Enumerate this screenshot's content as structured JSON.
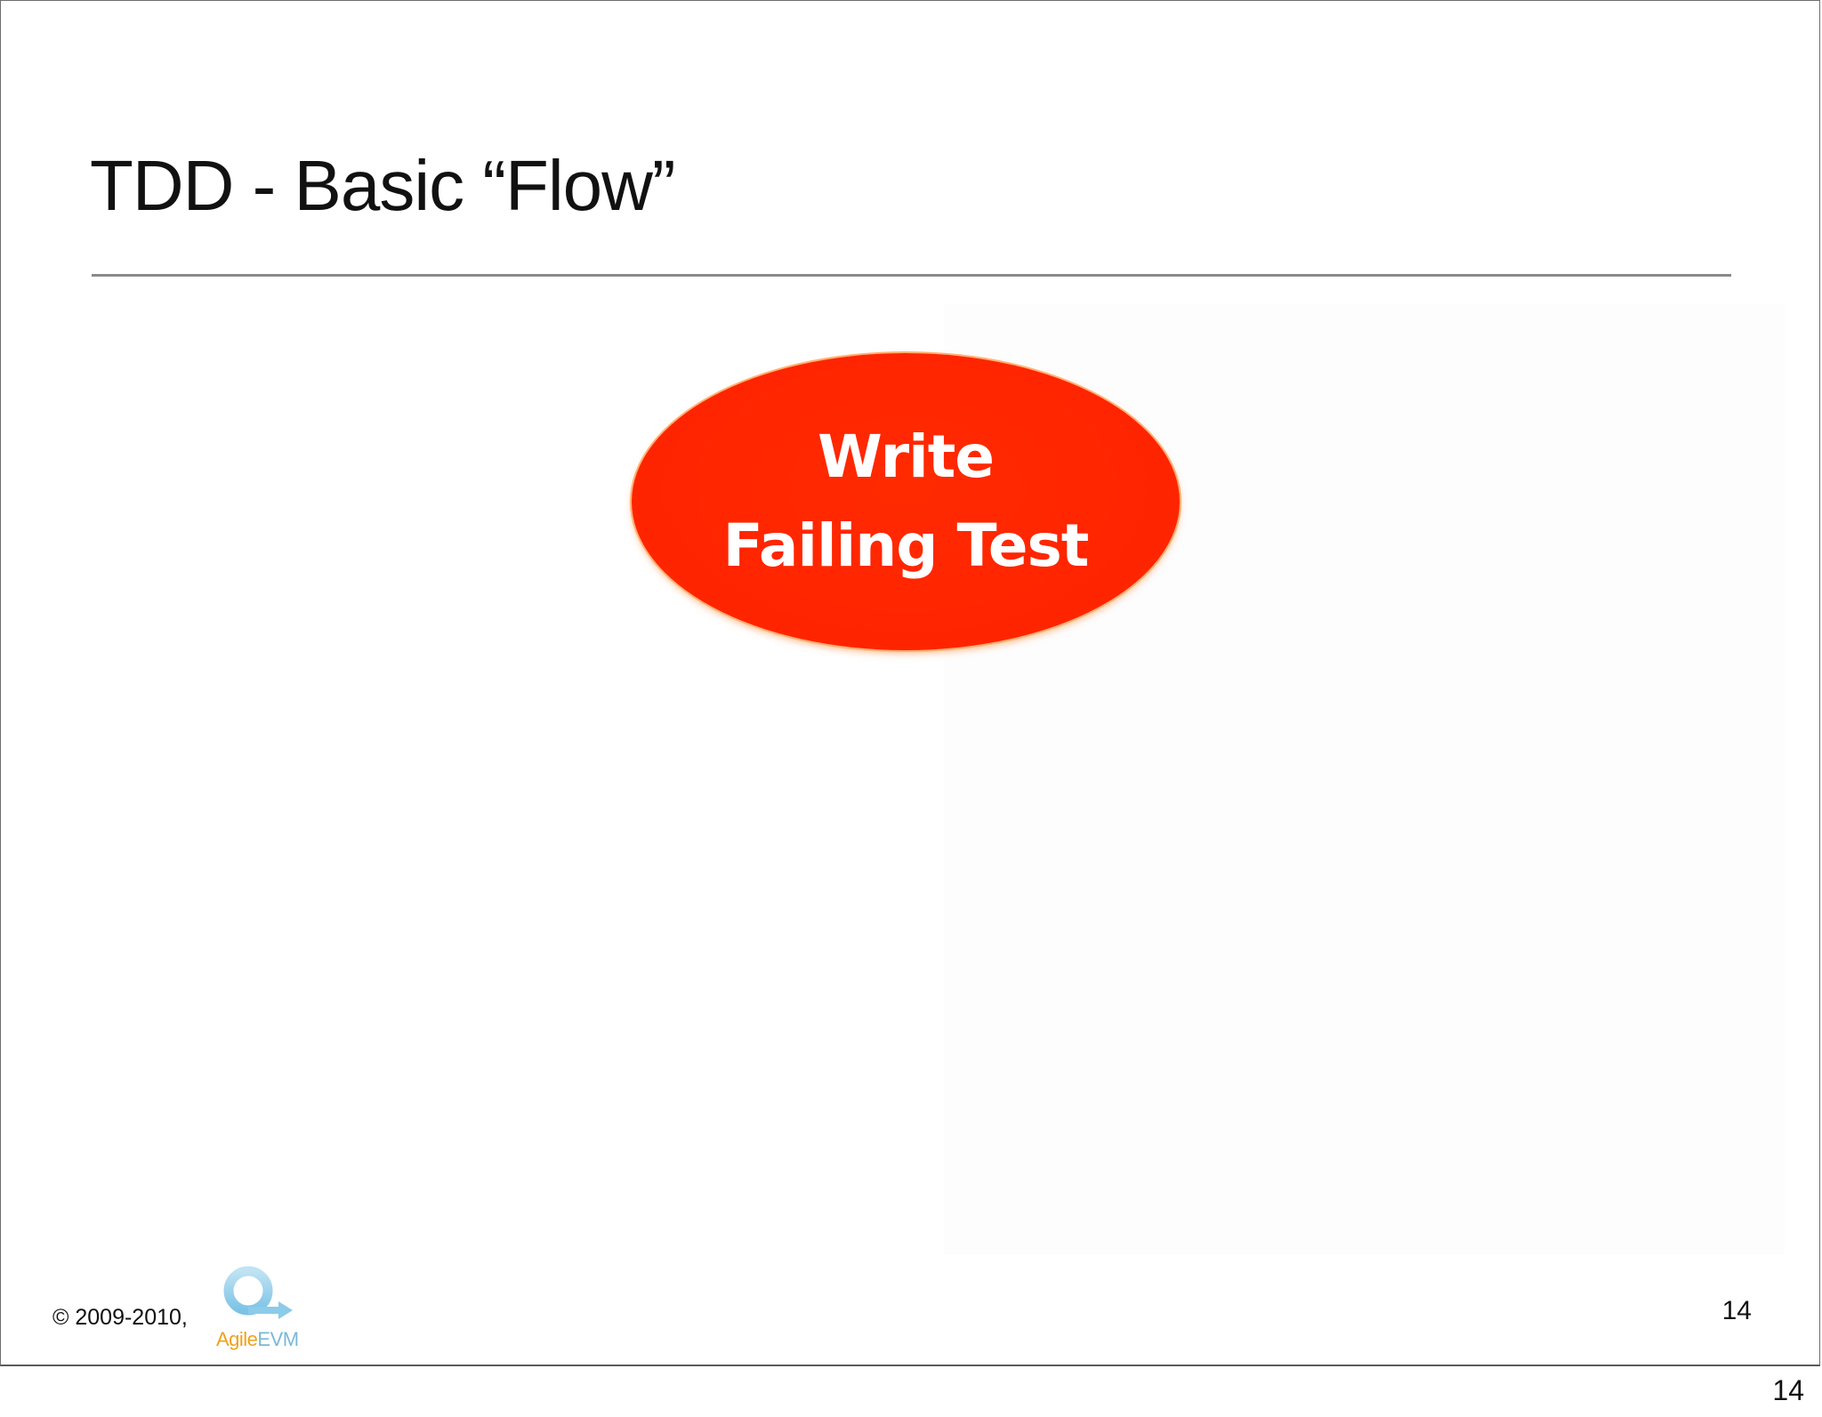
{
  "slide": {
    "title": "TDD - Basic “Flow”",
    "ellipse": {
      "line1": "Write",
      "line2": "Failing Test",
      "fill_color": "#ff2400"
    },
    "footer": {
      "copyright": "© 2009-2010,",
      "logo": {
        "name": "agileevm-logo",
        "text_agile": "Agile",
        "text_evm": "EVM"
      },
      "slide_number": "14"
    }
  },
  "page_number": "14"
}
